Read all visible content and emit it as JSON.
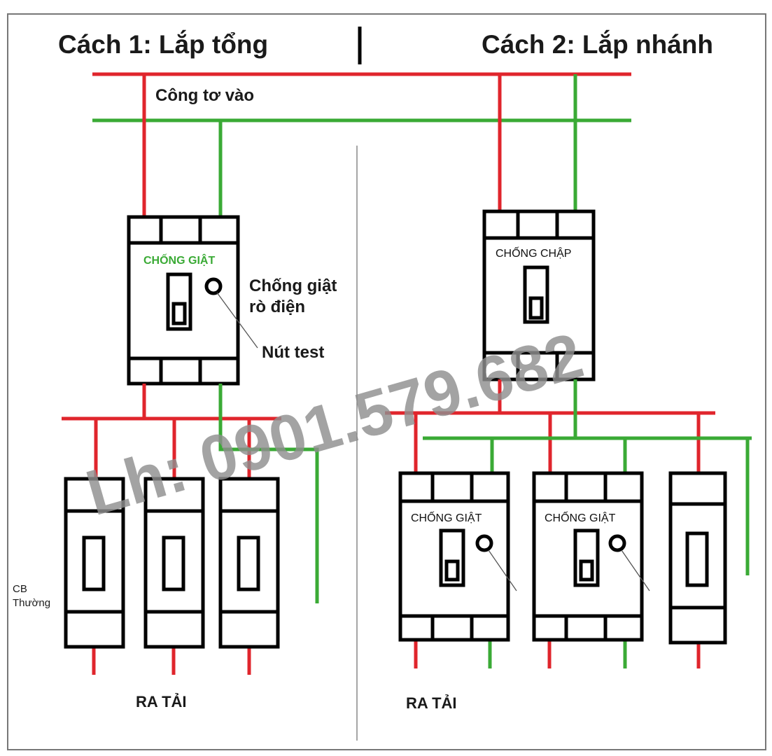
{
  "titles": {
    "method_1": "Cách 1: Lắp tổng",
    "method_2": "Cách 2: Lắp nhánh"
  },
  "labels": {
    "meter_in": "Công tơ vào",
    "rcd_desc_line1": "Chống giật",
    "rcd_desc_line2": "rò điện",
    "test_button": "Nút test",
    "cb_normal_line1": "CB",
    "cb_normal_line2": "Thường",
    "load_out_left": "RA TẢI",
    "load_out_right": "RA TẢI"
  },
  "devices": {
    "main_rcd_label": "CHỐNG GIẬT",
    "main_mcb_label": "CHỐNG CHẬP",
    "branch_rcd_1_label": "CHỐNG GIẬT",
    "branch_rcd_2_label": "CHỐNG GIẬT"
  },
  "watermark": "Lh: 0901.579.682",
  "colors": {
    "live_wire": "#e0252c",
    "neutral_wire": "#3aaa35",
    "device_outline": "#000000",
    "watermark": "#8f8f8f",
    "frame": "#777777"
  }
}
